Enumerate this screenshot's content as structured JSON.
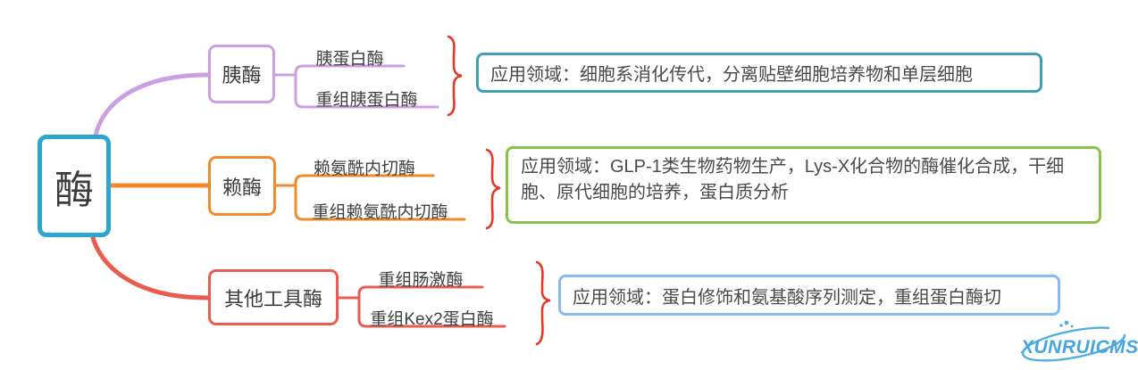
{
  "root": {
    "label": "酶"
  },
  "branches": [
    {
      "label": "胰酶",
      "children": [
        "胰蛋白酶",
        "重组胰蛋白酶"
      ],
      "application": "应用领域：细胞系消化传代，分离贴壁细胞培养物和单层细胞"
    },
    {
      "label": "赖酶",
      "children": [
        "赖氨酰内切酶",
        "重组赖氨酰内切酶"
      ],
      "application": "应用领域：GLP-1类生物药物生产，Lys-X化合物的酶催化合成，干细胞、原代细胞的培养，蛋白质分析"
    },
    {
      "label": "其他工具酶",
      "children": [
        "重组肠激酶",
        "重组Kex2蛋白酶"
      ],
      "application": "应用领域：蛋白修饰和氨基酸序列测定，重组蛋白酶切"
    }
  ],
  "colors": {
    "root_border": "#2ba7cf",
    "branch1": "#cc9fe2",
    "branch2": "#ef8b2a",
    "branch3": "#ea5c50",
    "brace": "#e23a2a",
    "app1_border": "#3f9fb8",
    "app2_border": "#8bc34a",
    "app3_border": "#85baf2"
  },
  "watermark": {
    "text": "XUNRUICMS",
    "color": "#45a6dc"
  }
}
